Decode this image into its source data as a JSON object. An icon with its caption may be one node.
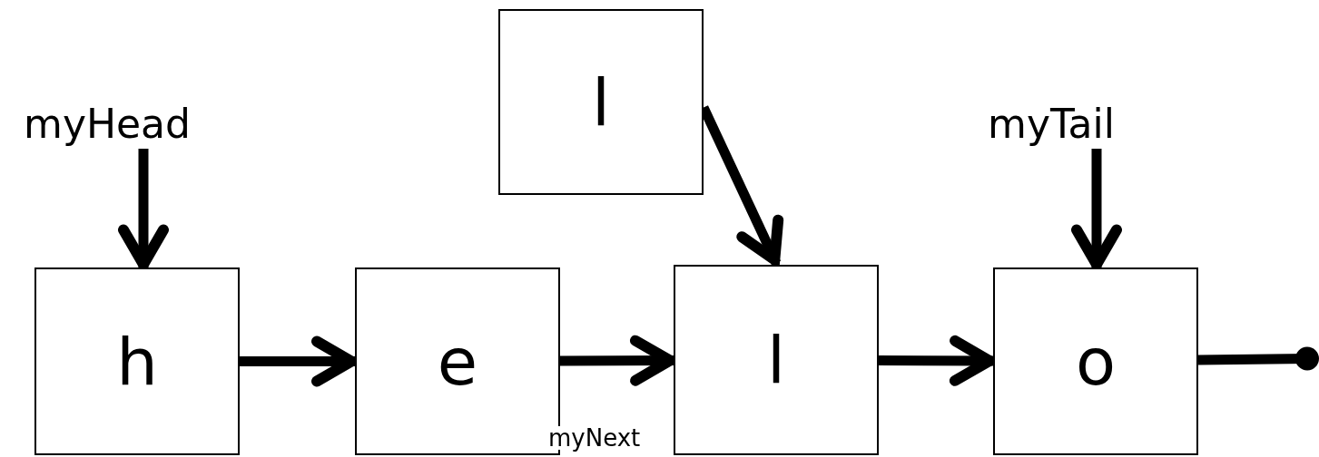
{
  "diagram": {
    "nodes": [
      {
        "text": [
          "l"
        ]
      },
      {
        "text": [
          "myHead"
        ]
      },
      {
        "text": [
          "myTail"
        ]
      },
      {
        "text": [
          "h"
        ]
      },
      {
        "text": [
          "e"
        ]
      },
      {
        "text": [
          "l"
        ]
      },
      {
        "text": [
          "o"
        ]
      }
    ],
    "edges": [
      {
        "from": 1,
        "to": 3,
        "arrow": "to"
      },
      {
        "from": 0,
        "to": 5,
        "arrow": "to"
      },
      {
        "from": 2,
        "to": 6,
        "arrow": "to"
      },
      {
        "from": 3,
        "to": 4,
        "arrow": "to"
      },
      {
        "from": 4,
        "to": 5,
        "arrow": "to",
        "label": "myNext"
      },
      {
        "from": 5,
        "to": 6,
        "arrow": "to"
      },
      {
        "from": 6,
        "to": null,
        "arrow": "other"
      }
    ]
  }
}
